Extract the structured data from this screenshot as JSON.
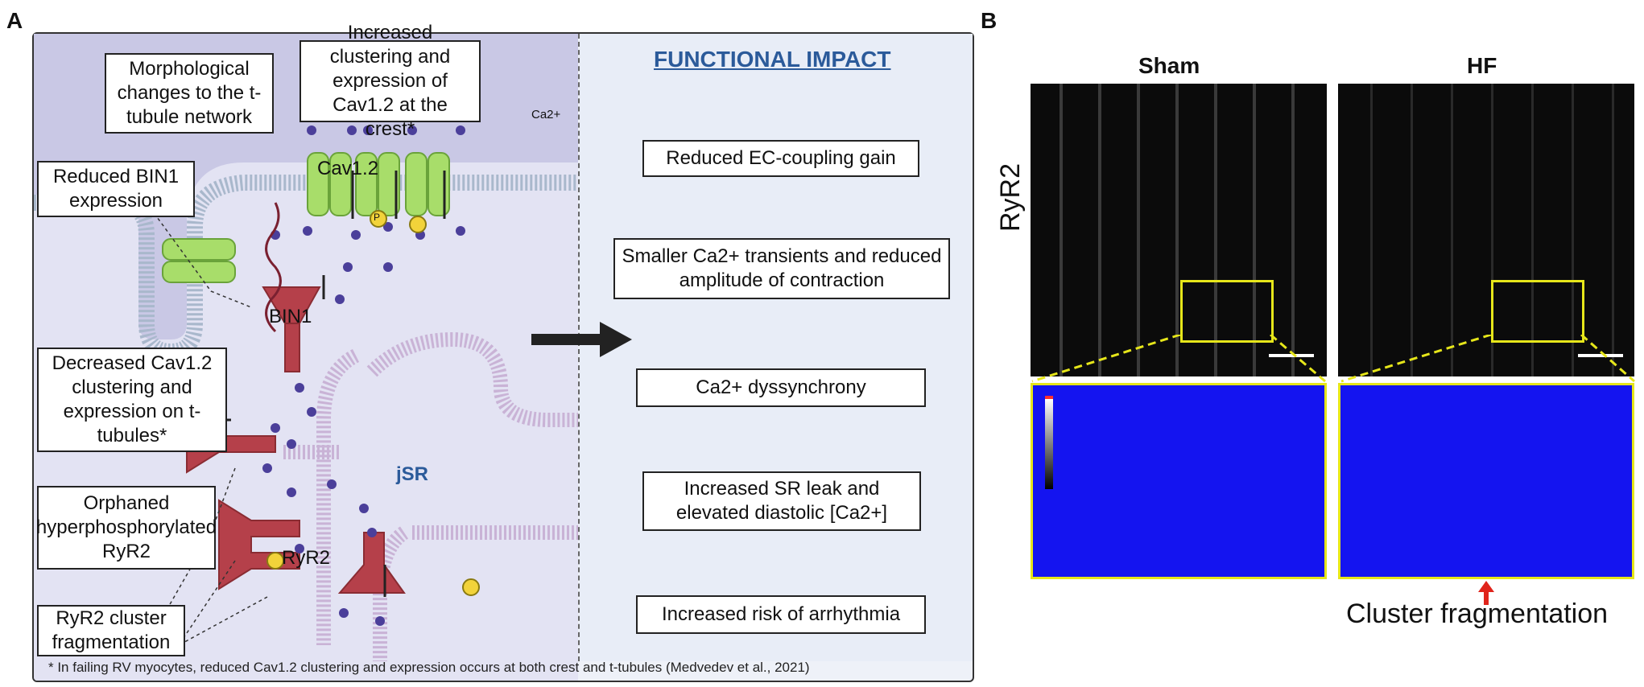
{
  "panel_a": {
    "letter": "A",
    "callouts": {
      "morphological": "Morphological changes to the t-tubule network",
      "clustering_top": "Increased clustering and expression of Cav1.2 at the crest*",
      "bin1_expr": "Reduced BIN1 expression",
      "decreased_cav": "Decreased Cav1.2 clustering and expression on t-tubules*",
      "orphaned": "Orphaned hyperphosphorylated RyR2",
      "fragmentation": "RyR2 cluster fragmentation"
    },
    "labels": {
      "cav12": "Cav1.2",
      "ca2_small": "Ca2+",
      "bin1": "BIN1",
      "ryr2": "RyR2",
      "jsr": "jSR",
      "p": "P"
    },
    "functional_impact": {
      "title": "FUNCTIONAL IMPACT",
      "items": [
        "Reduced EC-coupling gain",
        "Smaller Ca2+ transients and reduced amplitude of contraction",
        "Ca2+ dyssynchrony",
        "Increased SR leak and elevated diastolic [Ca2+]",
        "Increased risk of arrhythmia"
      ]
    },
    "footnote": "* In failing RV myocytes, reduced Cav1.2 clustering and expression occurs at both crest and t-tubules (Medvedev et al., 2021)"
  },
  "panel_b": {
    "letter": "B",
    "col_sham": "Sham",
    "col_hf": "HF",
    "row_label": "RyR2",
    "caption": "Cluster fragmentation"
  },
  "colors": {
    "left_bg": "#d9d9ee",
    "right_bg": "#e8edf7",
    "membrane": "#a9b8cc",
    "sr_membrane": "#c9b3d6",
    "channel_green": "#a8dd6a",
    "ryr_red": "#b5404a",
    "ion_purple": "#4b3f9a",
    "phospho_yellow": "#f2d33a",
    "title_blue": "#2b5a9a",
    "zoom_yellow": "#e6e61a",
    "heat_blue": "#1414f0",
    "arrow_red": "#e0241b"
  }
}
